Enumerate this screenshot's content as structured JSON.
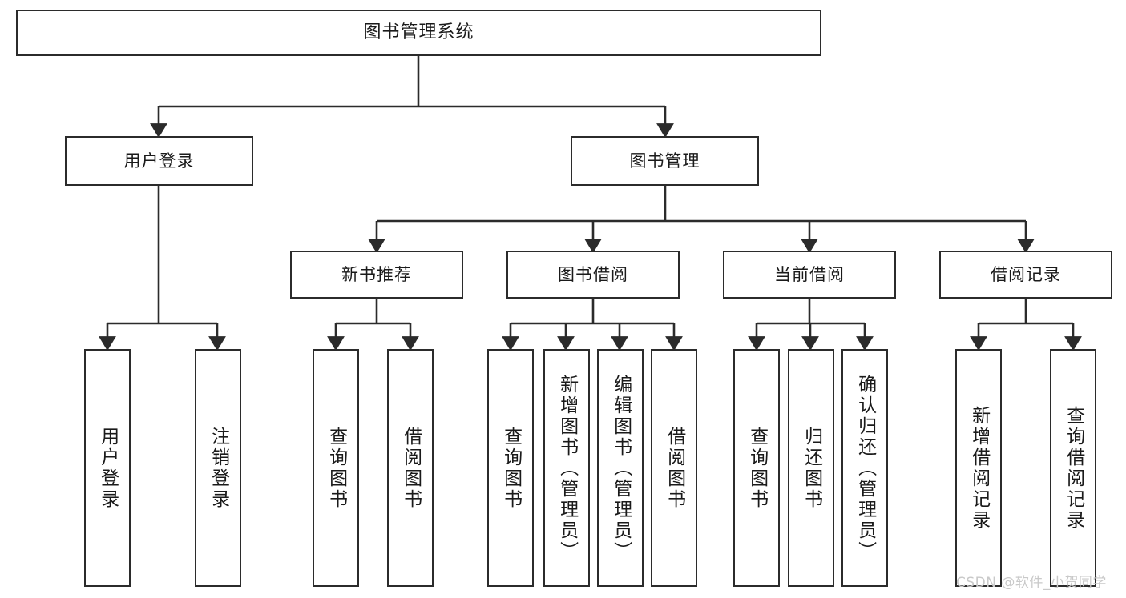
{
  "diagram": {
    "title_node": {
      "label": "图书管理系统"
    },
    "level2": [
      {
        "id": "user-login",
        "label": "用户登录"
      },
      {
        "id": "book-management",
        "label": "图书管理"
      }
    ],
    "level3": [
      {
        "id": "new-book-recommend",
        "label": "新书推荐"
      },
      {
        "id": "book-borrow",
        "label": "图书借阅"
      },
      {
        "id": "current-borrow",
        "label": "当前借阅"
      },
      {
        "id": "borrow-record",
        "label": "借阅记录"
      }
    ],
    "leaves": {
      "user_login": [
        {
          "id": "leaf-user-login",
          "label": "用户登录"
        },
        {
          "id": "leaf-logout-login",
          "label": "注销登录"
        }
      ],
      "new_book_recommend": [
        {
          "id": "leaf-query-book-1",
          "label": "查询图书"
        },
        {
          "id": "leaf-borrow-book-1",
          "label": "借阅图书"
        }
      ],
      "book_borrow": [
        {
          "id": "leaf-query-book-2",
          "label": "查询图书"
        },
        {
          "id": "leaf-add-book",
          "label": "新增图书（管理员）"
        },
        {
          "id": "leaf-edit-book",
          "label": "编辑图书（管理员）"
        },
        {
          "id": "leaf-borrow-book-2",
          "label": "借阅图书"
        }
      ],
      "current_borrow": [
        {
          "id": "leaf-query-book-3",
          "label": "查询图书"
        },
        {
          "id": "leaf-return-book",
          "label": "归还图书"
        },
        {
          "id": "leaf-confirm-return",
          "label": "确认归还（管理员）"
        }
      ],
      "borrow_record": [
        {
          "id": "leaf-add-record",
          "label": "新增借阅记录"
        },
        {
          "id": "leaf-query-record",
          "label": "查询借阅记录"
        }
      ]
    },
    "watermark": {
      "text": "CSDN @软件_小贺同学"
    },
    "colors": {
      "stroke": "#2b2b2b",
      "fill": "#ffffff",
      "text": "#1a1a1a",
      "watermark": "#c9c9c9"
    }
  }
}
